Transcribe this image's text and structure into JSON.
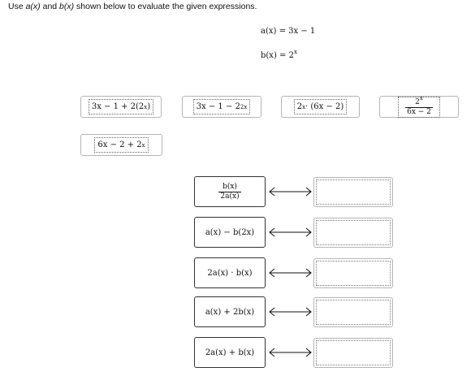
{
  "instruction": {
    "part1": "Use ",
    "a_fn": "a(x)",
    "part2": " and ",
    "b_fn": "b(x)",
    "part3": " shown below to evaluate the given expressions."
  },
  "definitions": {
    "a": {
      "lhs": "a(x)",
      "eq": " = 3x − 1"
    },
    "b": {
      "lhs": "b(x)",
      "eq": " = 2",
      "exp": "x"
    }
  },
  "tiles": [
    {
      "pre": "3x − 1 + 2(2",
      "exp": "x",
      "post": ")"
    },
    {
      "pre": "3x − 1 − 2",
      "exp": "2x",
      "post": ""
    },
    {
      "pre": "2",
      "exp": "x",
      "post": " · (6x − 2)"
    },
    {
      "num_base": "2",
      "num_exp": "x",
      "den": "6x − 2"
    },
    {
      "pre": "6x − 2 + 2",
      "exp": "x",
      "post": ""
    }
  ],
  "expressions": [
    {
      "num": "b(x)",
      "den": "2a(x)"
    },
    {
      "text": "a(x) − b(2x)"
    },
    {
      "text": "2a(x) · b(x)"
    },
    {
      "text": "a(x) + 2b(x)"
    },
    {
      "text": "2a(x) + b(x)"
    }
  ]
}
